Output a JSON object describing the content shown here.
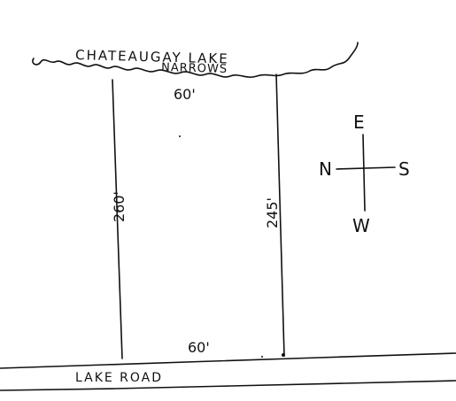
{
  "colors": {
    "ink": "#111111",
    "paper": "#ffffff"
  },
  "lake": {
    "name_line1": "CHATEAUGAY LAKE",
    "name_line2": "NARROWS"
  },
  "road": {
    "name": "LAKE ROAD"
  },
  "lot": {
    "top_frontage": "60'",
    "bottom_frontage": "60'",
    "left_side": "260'",
    "right_side": "245'"
  },
  "compass": {
    "up": "E",
    "down": "W",
    "left": "N",
    "right": "S"
  }
}
